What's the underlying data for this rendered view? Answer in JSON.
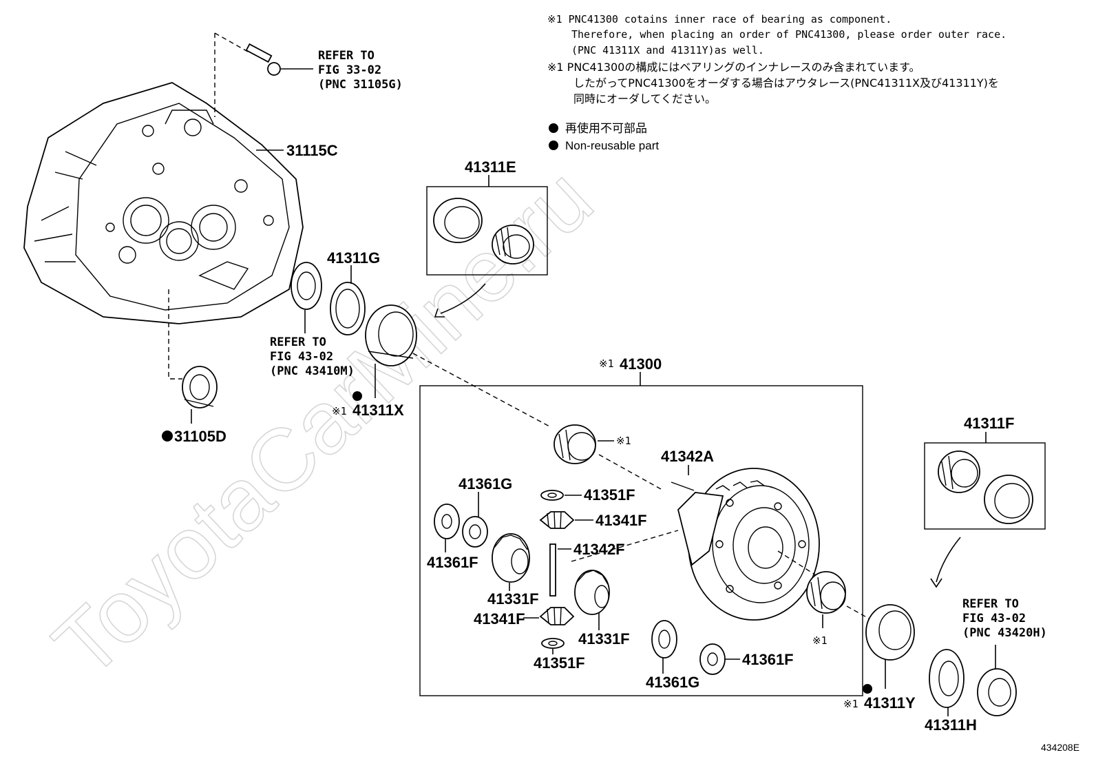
{
  "watermark": "ToyotaCarMine.ru",
  "notes": {
    "en_line1": "※1 PNC41300 cotains inner race of bearing as component.",
    "en_line2": "Therefore, when placing an order of PNC41300, please order outer race.",
    "en_line3": "(PNC 41311X and 41311Y)as well.",
    "jp_line1": "※1  PNC41300の構成にはベアリングのインナレースのみ含まれています。",
    "jp_line2": "したがってPNC41300をオーダする場合はアウタレース(PNC41311X及び41311Y)を",
    "jp_line3": "同時にオーダしてください。"
  },
  "legend": {
    "jp": "再使用不可部品",
    "en": "Non-reusable part"
  },
  "refs": {
    "r1": {
      "line1": "REFER TO",
      "line2": "FIG 33-02",
      "line3": "(PNC 31105G)"
    },
    "r2": {
      "line1": "REFER TO",
      "line2": "FIG 43-02",
      "line3": "(PNC 43410M)"
    },
    "r3": {
      "line1": "REFER TO",
      "line2": "FIG 43-02",
      "line3": "(PNC 43420H)"
    }
  },
  "parts": {
    "p31115C": "31115C",
    "p31105D": "31105D",
    "p41311G": "41311G",
    "p41311E": "41311E",
    "p41311X": "41311X",
    "p41300": "41300",
    "p41311F": "41311F",
    "p41342A": "41342A",
    "p41361G_top": "41361G",
    "p41351F_top": "41351F",
    "p41341F_top": "41341F",
    "p41342F": "41342F",
    "p41361F_left": "41361F",
    "p41331F_left": "41331F",
    "p41341F_bottom": "41341F",
    "p41331F_right": "41331F",
    "p41351F_bottom": "41351F",
    "p41361G_bottom": "41361G",
    "p41361F_right": "41361F",
    "p41311Y": "41311Y",
    "p41311H": "41311H"
  },
  "marks": {
    "note_ref": "※1",
    "note_ref_small": "※1"
  },
  "figure_id": "434208E"
}
